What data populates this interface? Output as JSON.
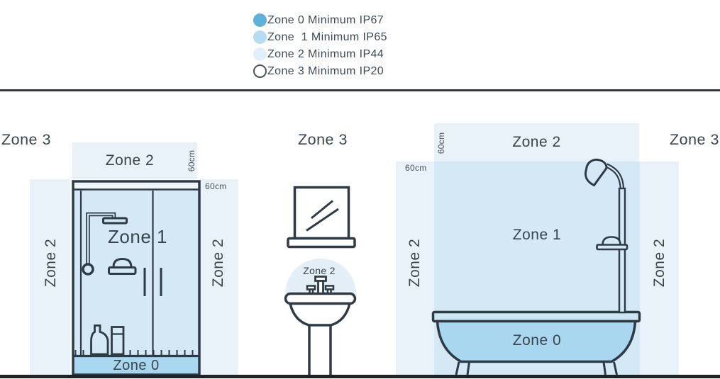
{
  "legend": {
    "items": [
      {
        "label": "Zone 0 Minimum IP67",
        "swatch": "zone0-filled-circle",
        "color": "#5cb2da"
      },
      {
        "label": "Zone  1 Minimum IP65",
        "swatch": "zone1-filled-circle",
        "color": "#b6dcf1"
      },
      {
        "label": "Zone 2 Minimum IP44",
        "swatch": "zone2-filled-circle",
        "color": "#e3eff8"
      },
      {
        "label": "Zone 3 Minimum IP20",
        "swatch": "zone3-outline-circle",
        "color": "#ffffff"
      }
    ]
  },
  "colors": {
    "zone0_fill": "#a9d7ef",
    "zone1_fill": "#d4e8f5",
    "zone2_fill": "#eaf2f9",
    "sink_zone2_fill": "#e3eef6",
    "outline": "#2e3b46",
    "text": "#39454e"
  },
  "shower": {
    "zone3_label": "Zone 3",
    "top_band_label": "Zone 2",
    "top_band_height": "60cm",
    "side_height": "60cm",
    "left_strip_label": "Zone 2",
    "right_strip_label": "Zone 2",
    "zone1_label": "Zone 1",
    "zone0_label": "Zone 0"
  },
  "sink": {
    "zone3_label": "Zone 3",
    "circle_label": "Zone 2"
  },
  "bathtub": {
    "left_height": "60cm",
    "left_strip_label": "Zone 2",
    "top_band_label": "Zone 2",
    "top_band_height": "60cm",
    "zone1_label": "Zone 1",
    "right_strip_label": "Zone 2",
    "zone3_label": "Zone 3",
    "zone0_label": "Zone 0"
  }
}
